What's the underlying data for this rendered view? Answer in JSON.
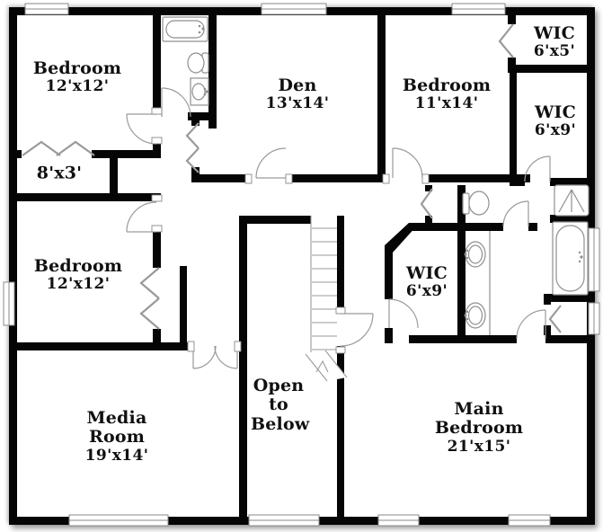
{
  "plan_type": "floor-plan",
  "colors": {
    "wall": "#000000",
    "background": "#ffffff",
    "door_line": "#9a9a9a",
    "fixture_line": "#8f8f8f",
    "text": "#101010"
  },
  "rooms": [
    {
      "id": "bedroom-top-left",
      "name": "Bedroom",
      "size": "12'x12'"
    },
    {
      "id": "den",
      "name": "Den",
      "size": "13'x14'"
    },
    {
      "id": "bedroom-top-right",
      "name": "Bedroom",
      "size": "11'x14'"
    },
    {
      "id": "wic-top-right",
      "name": "WIC",
      "size": "6'x5'"
    },
    {
      "id": "wic-right",
      "name": "WIC",
      "size": "6'x9'"
    },
    {
      "id": "closet",
      "name": "",
      "size": "8'x3'"
    },
    {
      "id": "bedroom-mid-left",
      "name": "Bedroom",
      "size": "12'x12'"
    },
    {
      "id": "wic-middle",
      "name": "WIC",
      "size": "6'x9'"
    },
    {
      "id": "media-room",
      "name": "Media Room",
      "size": "19'x14'"
    },
    {
      "id": "open-to-below",
      "name": "Open to Below",
      "size": ""
    },
    {
      "id": "main-bedroom",
      "name": "Main Bedroom",
      "size": "21'x15'"
    }
  ],
  "fixtures": [
    "bathtub-top",
    "toilet-top",
    "sink-top",
    "staircase",
    "toilet-main",
    "vanity-sink-1",
    "vanity-sink-2",
    "shower",
    "bathtub-main"
  ],
  "window_count": 10,
  "door_swing_count": 12,
  "bifold_door_count": 7
}
